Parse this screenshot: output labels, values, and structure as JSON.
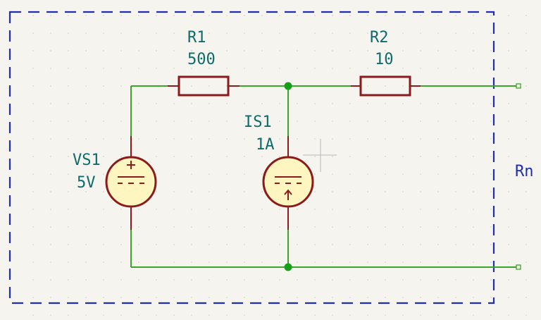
{
  "schematic": {
    "components": {
      "r1": {
        "ref": "R1",
        "value": "500"
      },
      "r2": {
        "ref": "R2",
        "value": "10"
      },
      "vs1": {
        "ref": "VS1",
        "value": "5V"
      },
      "is1": {
        "ref": "IS1",
        "value": "1A"
      }
    },
    "box_label": "Rn",
    "colors": {
      "background": "#f5f4ef",
      "wire": "#3aa629",
      "component": "#8b1a1a",
      "component_fill": "#fdf6c0",
      "label": "#0f6b6b",
      "box": "#1f2fb0",
      "junction": "#16a01a"
    }
  }
}
